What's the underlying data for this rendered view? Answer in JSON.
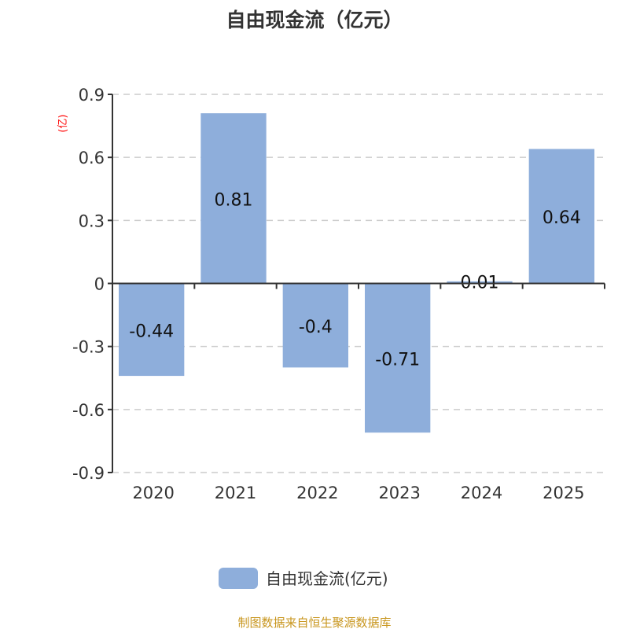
{
  "chart_data": {
    "type": "bar",
    "title": "自由现金流（亿元）",
    "ylabel": "(亿)",
    "xlabel": "",
    "categories": [
      "2020",
      "2021",
      "2022",
      "2023",
      "2024",
      "2025"
    ],
    "values": [
      -0.44,
      0.81,
      -0.4,
      -0.71,
      0.01,
      0.64
    ],
    "data_labels": [
      "-0.44",
      "0.81",
      "-0.4",
      "-0.71",
      "0.01",
      "0.64"
    ],
    "ylim": [
      -0.9,
      0.9
    ],
    "yticks": [
      0.9,
      0.6,
      0.3,
      0,
      -0.3,
      -0.6,
      -0.9
    ],
    "ytick_labels": [
      "0.9",
      "0.6",
      "0.3",
      "0",
      "-0.3",
      "-0.6",
      "-0.9"
    ],
    "grid": true,
    "legend": {
      "label": "自由现金流(亿元)",
      "placement": "bottom-center"
    },
    "bar_color": "#8eaedb",
    "ylabel_color": "#ff0000"
  },
  "footer": "制图数据来自恒生聚源数据库"
}
